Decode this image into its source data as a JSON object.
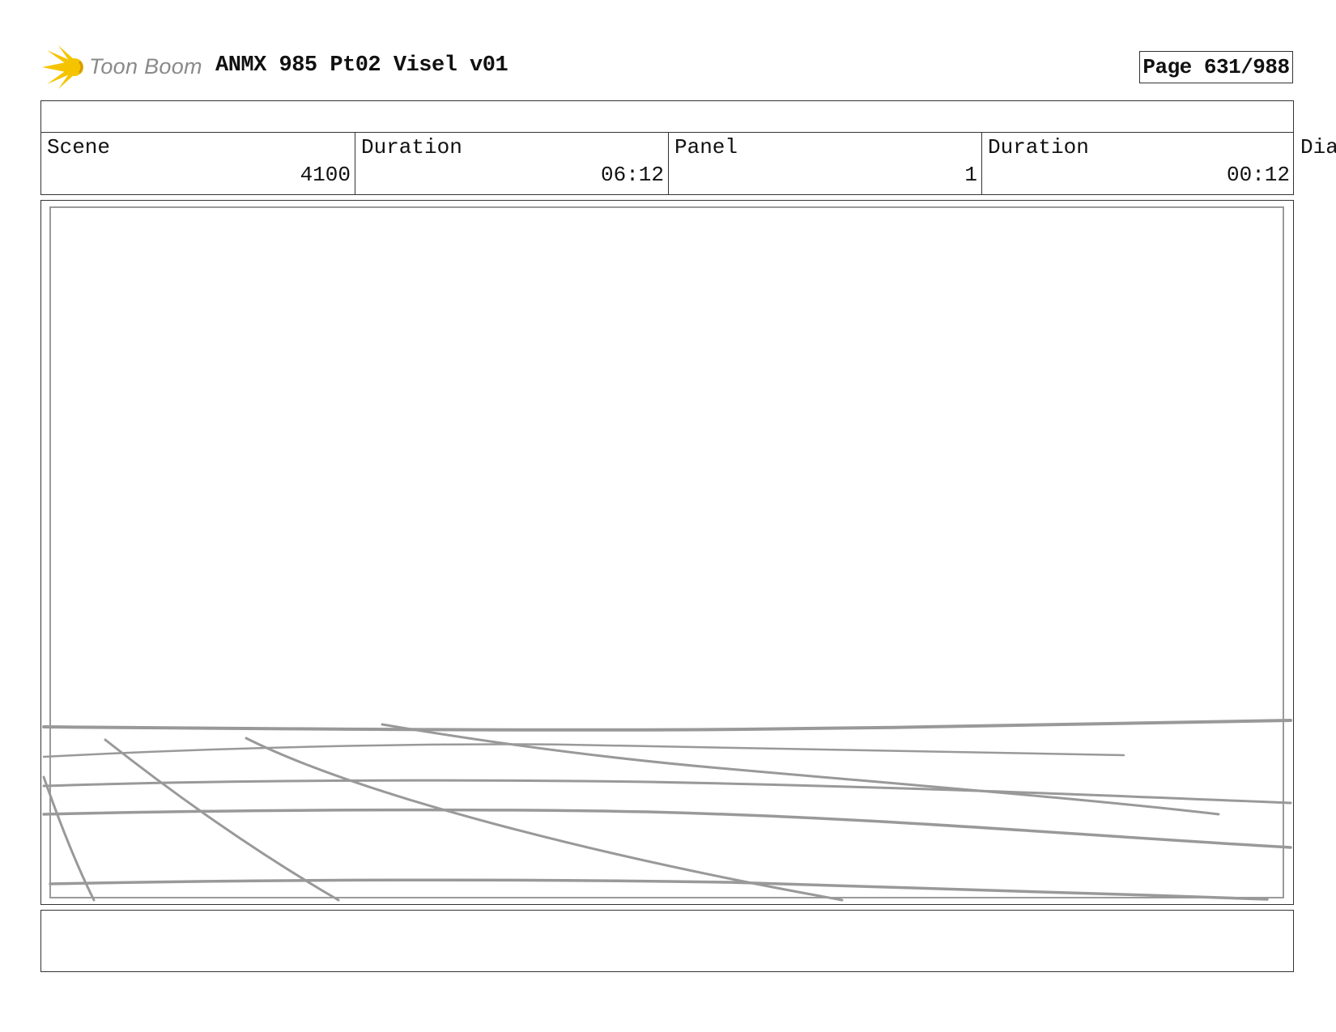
{
  "header": {
    "logo_text": "Toon Boom",
    "project_title": "ANMX 985 Pt02 Visel v01",
    "page_indicator": "Page 631/988"
  },
  "info_row": {
    "scene_label": "Scene",
    "scene_value": "4100",
    "scene_duration_label": "Duration",
    "scene_duration_value": "06:12",
    "panel_label": "Panel",
    "panel_value": "1",
    "panel_duration_label": "Duration",
    "panel_duration_value": "00:12",
    "dialog_label_partial": "Dia"
  },
  "panel": {
    "sketch_stroke_color": "#999999"
  },
  "colors": {
    "logo_star": "#f5c400",
    "logo_text": "#8a8a8a",
    "border": "#333333",
    "inner_border": "#9a9a9a"
  }
}
